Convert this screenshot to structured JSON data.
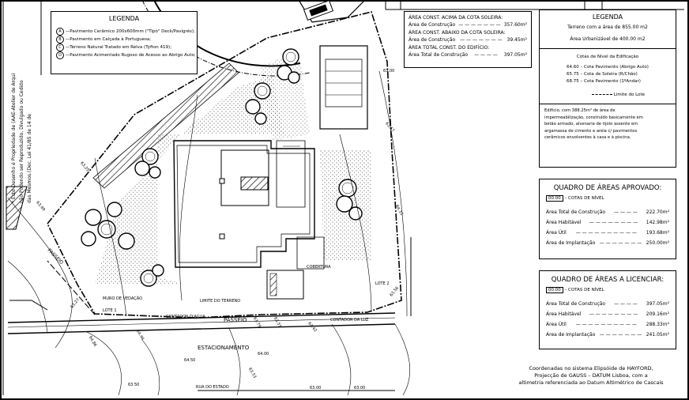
{
  "legend_left": {
    "title": "LEGENDA",
    "items": [
      {
        "key": "A",
        "text": "Pavimento Cerâmico 200x600mm (\"Tipo\" Deck/Pavigrés);"
      },
      {
        "key": "B",
        "text": "Pavimento em Calçada à Portuguesa;"
      },
      {
        "key": "C",
        "text": "Terreno Natural Tratado em Relva (Tyfton 419);"
      },
      {
        "key": "D",
        "text": "Pavimento Acimentado Rugoso de Acesso ao Abrigo Auto;"
      }
    ]
  },
  "vertical_note": [
    "* Este Desenho é Propriedade de (AAE-Atelier de Arqui",
    "não Podendo ser Reproduzido, Divulgado ou Cedido",
    "das Mesmos.(Dec. Lei 41/85 de 14 de"
  ],
  "areas_top": {
    "l1": "ÁREA CONST. ACIMA DA COTA SOLEIRA:",
    "r1_label": "Área de Construção",
    "r1_value": "357.60m²",
    "l2": "ÁREA CONST. ABAIXO DA COTA SOLEIRA:",
    "r2_label": "Área de Construção",
    "r2_value": "39.45m²",
    "l3": "ÁREA TOTAL CONST. DO EDIFÍCIO:",
    "r3_label": "Área Total de Construção",
    "r3_value": "397.05m²"
  },
  "legend_right": {
    "title": "LEGENDA",
    "terrain": "Terreno com a área de 855.00 m2",
    "urban": "Área Urbanizável de 400.00 m2",
    "levels_title": "Cotas de Nível da Edificação",
    "levels": [
      {
        "value": "64.60",
        "desc": "Cota Pavimento (Abrigo Auto)"
      },
      {
        "value": "65.75",
        "desc": "Cota de Soleira (R/Chão)"
      },
      {
        "value": "68.75",
        "desc": "Cota Pavimento (1ºAndar)"
      }
    ],
    "limit_label": "Limite do Lote",
    "note": [
      "Edifício, com 388.25m² de área de",
      "impermeabilização, construído basicamente em",
      "betão armado, alvenaria de tijolo assente em",
      "argamassa de cimento e areia c/ pavimentos",
      "cerâmicos envolventes à casa e à piscina."
    ]
  },
  "approved": {
    "title": "QUADRO DE ÁREAS APROVADO:",
    "tag": "00.00",
    "tag_label": "COTAS DE NÍVEL",
    "rows": [
      {
        "label": "Área Total de Construção",
        "value": "222.70m²"
      },
      {
        "label": "Área Habitável",
        "value": "142.98m²"
      },
      {
        "label": "Área Útil",
        "value": "193.68m²"
      },
      {
        "label": "Área de Implantação",
        "value": "250.00m²"
      }
    ]
  },
  "licensing": {
    "title": "QUADRO DE ÁREAS A LICENCIAR:",
    "tag": "00.00",
    "tag_label": "COTAS DE NÍVEL",
    "rows": [
      {
        "label": "Área Total de Construção",
        "value": "397.05m²"
      },
      {
        "label": "Área Habitável",
        "value": "209.16m²"
      },
      {
        "label": "Área Útil",
        "value": "288.33m²"
      },
      {
        "label": "Área de Implantação",
        "value": "241.05m²"
      }
    ]
  },
  "coords_note": [
    "Coordenadas no sistema Elipsóide de HAYFORD,",
    "Projecção de GAUSS – DATUM Lisboa, com a",
    "altimetria referenciada ao Datum Altimétrico de Cascais"
  ],
  "plan_labels": {
    "passeio_top": "PASSEIO",
    "passeio_left": "PASSEIO",
    "estacionamento": "ESTACIONAMENTO",
    "cobertura": "COBERTURA",
    "lote1": "LOTE 1",
    "lote2": "LOTE 2",
    "muro": "MURO DE VEDAÇÃO",
    "limite": "LIMITE DO TERRENO",
    "contador_agua": "CONTADOR D'AGUA",
    "contador_luz": "CONTADOR DA LUZ",
    "rua": "RUA DO ESTADO"
  },
  "levels_on_plan": [
    "63.00",
    "63.67",
    "64.15",
    "63.56",
    "63.99",
    "63.25",
    "63.27",
    "64.50",
    "64.00",
    "63.50",
    "64.42",
    "64.46",
    "63.00",
    "63.00",
    "63.53",
    "64.86",
    "63.79",
    "63.51"
  ]
}
